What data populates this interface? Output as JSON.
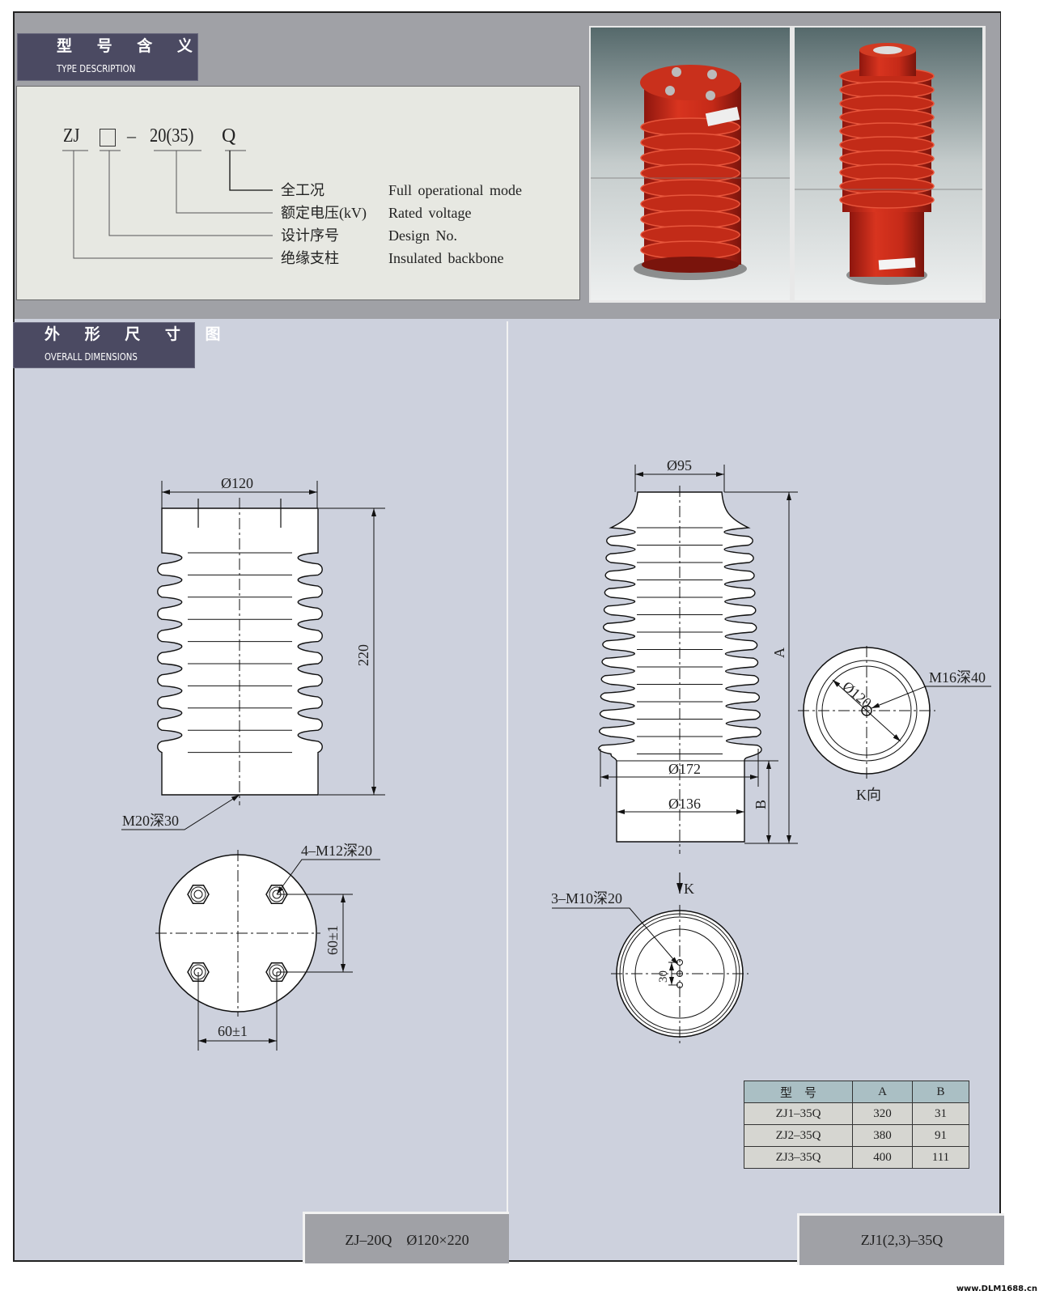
{
  "type_section": {
    "title_cn": "型 号 含 义",
    "title_en": "TYPE DESCRIPTION",
    "code_parts": [
      "ZJ",
      "□",
      "–",
      "20(35)",
      "Q"
    ],
    "legend": [
      {
        "cn": "全工况",
        "en": "Full operational mode"
      },
      {
        "cn": "额定电压(kV)",
        "en": "Rated voltage"
      },
      {
        "cn": "设计序号",
        "en": "Design No."
      },
      {
        "cn": "绝缘支柱",
        "en": "Insulated backbone"
      }
    ]
  },
  "dimensions_section": {
    "title_cn": "外 形 尺 寸 图",
    "title_en": "OVERALL DIMENSIONS"
  },
  "left_drawing": {
    "dia_top": "Ø120",
    "height": "220",
    "bottom_thread": "M20深30",
    "top_holes": "4–M12深20",
    "spacing_v": "60±1",
    "spacing_h": "60±1",
    "caption": "ZJ–20Q　Ø120×220"
  },
  "right_drawing": {
    "dia_top": "Ø95",
    "dia_shed": "Ø172",
    "dia_base": "Ø136",
    "dim_a": "A",
    "dim_b": "B",
    "k_view_thread": "M16深40",
    "k_view_dia": "Ø120",
    "k_view_label": "K向",
    "k_arrow": "K",
    "bottom_holes": "3–M10深20",
    "bottom_spacing": "30",
    "caption": "ZJ1(2,3)–35Q"
  },
  "spec_table": {
    "headers": [
      "型　号",
      "A",
      "B"
    ],
    "rows": [
      [
        "ZJ1–35Q",
        "320",
        "31"
      ],
      [
        "ZJ2–35Q",
        "380",
        "91"
      ],
      [
        "ZJ3–35Q",
        "400",
        "111"
      ]
    ]
  },
  "watermark": "www.DLM1688.cn",
  "colors": {
    "insulator_red": "#c8281c",
    "header_bg": "#4b4a62",
    "panel_bg": "#cdd1dd"
  }
}
